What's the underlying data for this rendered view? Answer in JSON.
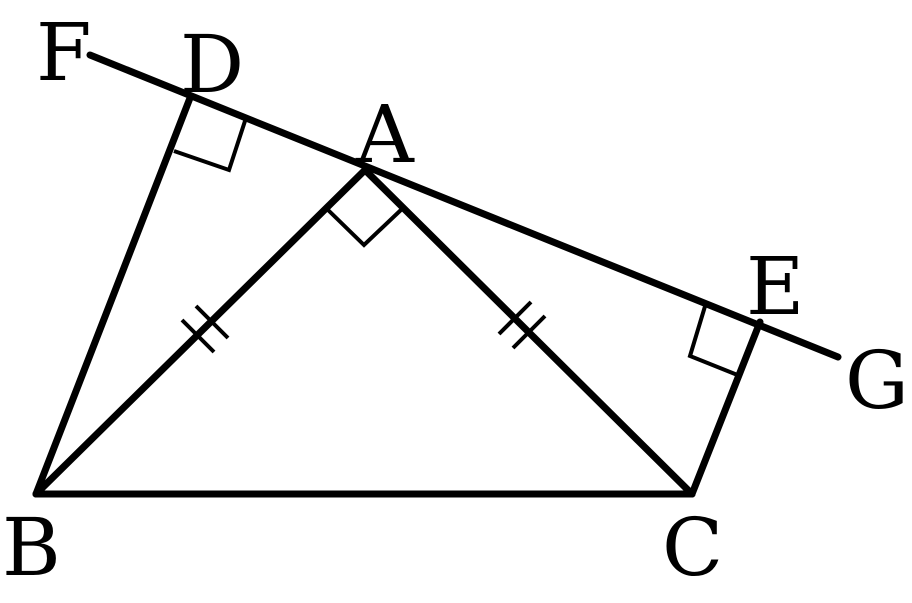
{
  "points": {
    "F": "F",
    "D": "D",
    "A": "A",
    "E": "E",
    "G": "G",
    "B": "B",
    "C": "C"
  },
  "colors": {
    "stroke": "#000000",
    "background": "#ffffff"
  }
}
